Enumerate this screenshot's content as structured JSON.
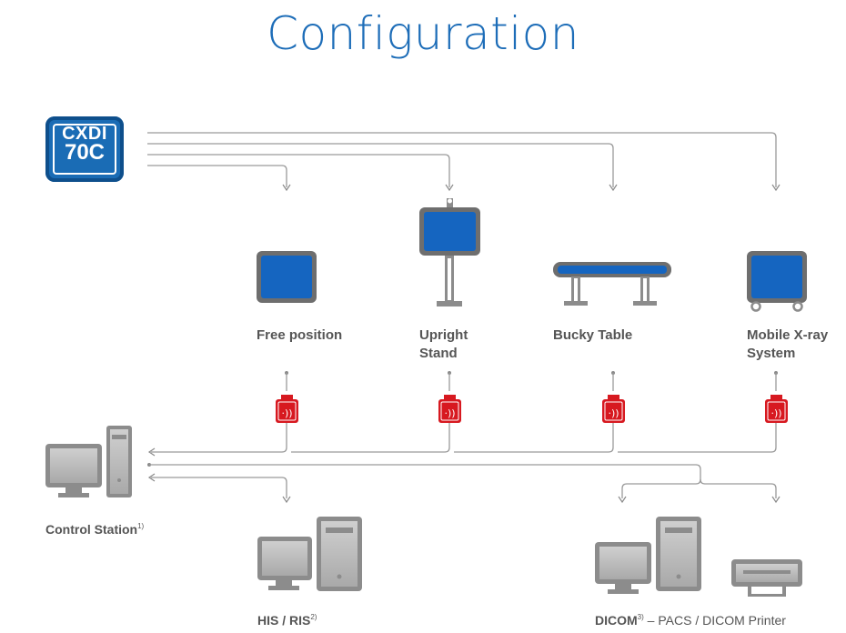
{
  "title": "Configuration",
  "badge": {
    "line1": "CXDI",
    "line2": "70C"
  },
  "devices": {
    "free": "Free position",
    "upright_l1": "Upright",
    "upright_l2": "Stand",
    "bucky": "Bucky Table",
    "mobile_l1": "Mobile X-ray",
    "mobile_l2": "System"
  },
  "control_station": {
    "label": "Control Station",
    "note": "1)"
  },
  "his_ris": {
    "label": "HIS / RIS",
    "note": "2)"
  },
  "dicom": {
    "label": "DICOM",
    "note": "3)",
    "rest": " – PACS / DICOM Printer"
  },
  "colors": {
    "brand_blue": "#1d6db8",
    "panel_blue": "#1565c0",
    "wireless_red": "#d71920",
    "device_gray": "#8c8c8c"
  },
  "icons": [
    "detector-panel-icon",
    "upright-stand-icon",
    "bucky-table-icon",
    "mobile-xray-icon",
    "wireless-icon",
    "computer-icon",
    "printer-icon"
  ]
}
